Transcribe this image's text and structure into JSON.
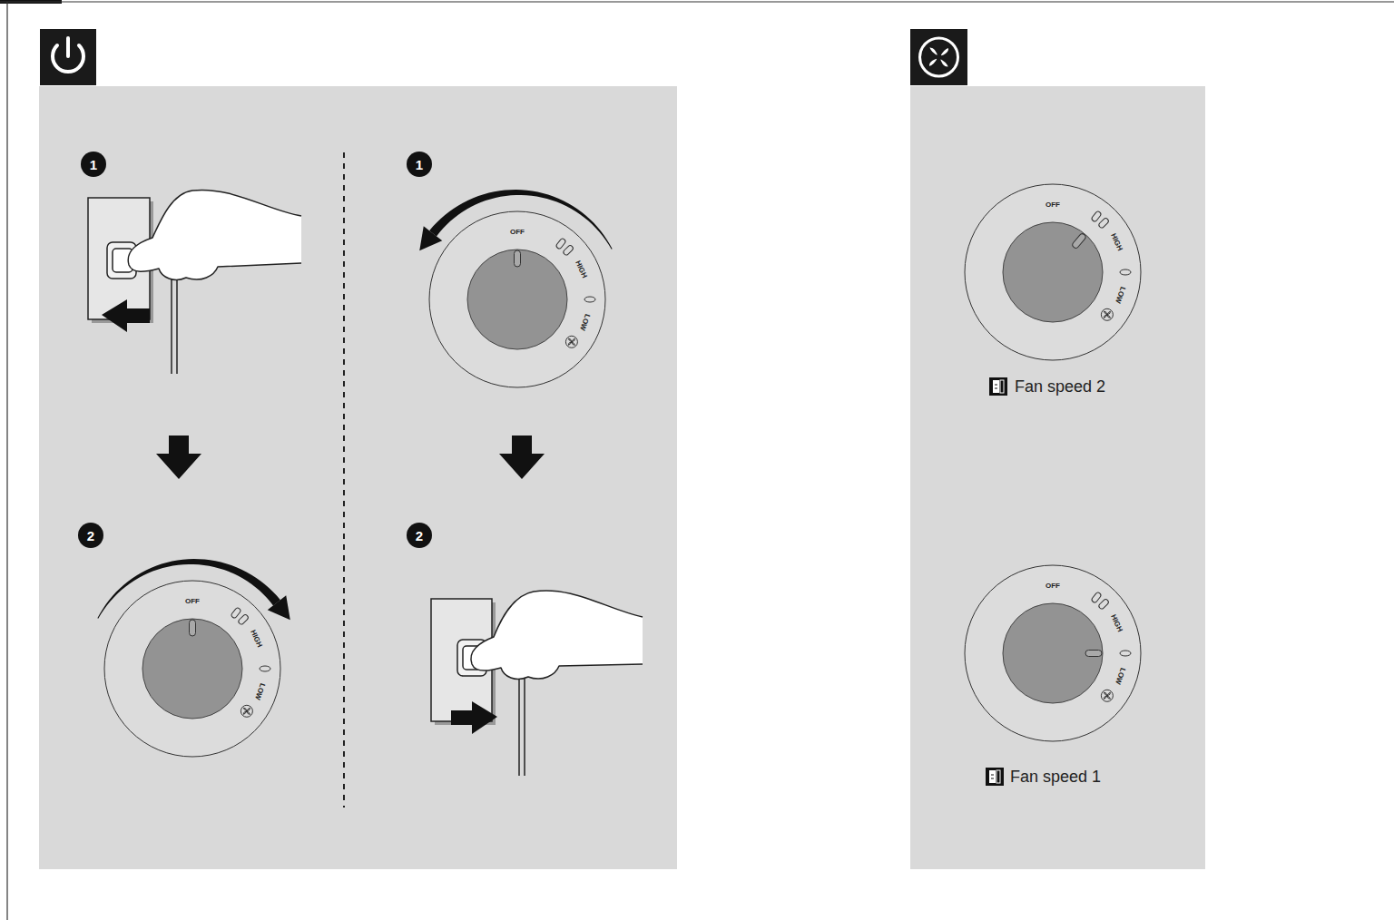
{
  "diagram": {
    "labels": [
      "1",
      "1",
      "OFF",
      "HIGH",
      "LOW",
      "2",
      "2",
      "OFF",
      "HIGH",
      "LOW",
      "OFF",
      "HIGH",
      "LOW",
      "Fan speed 2",
      "OFF",
      "HIGH",
      "LOW",
      "Fan speed 1"
    ]
  }
}
